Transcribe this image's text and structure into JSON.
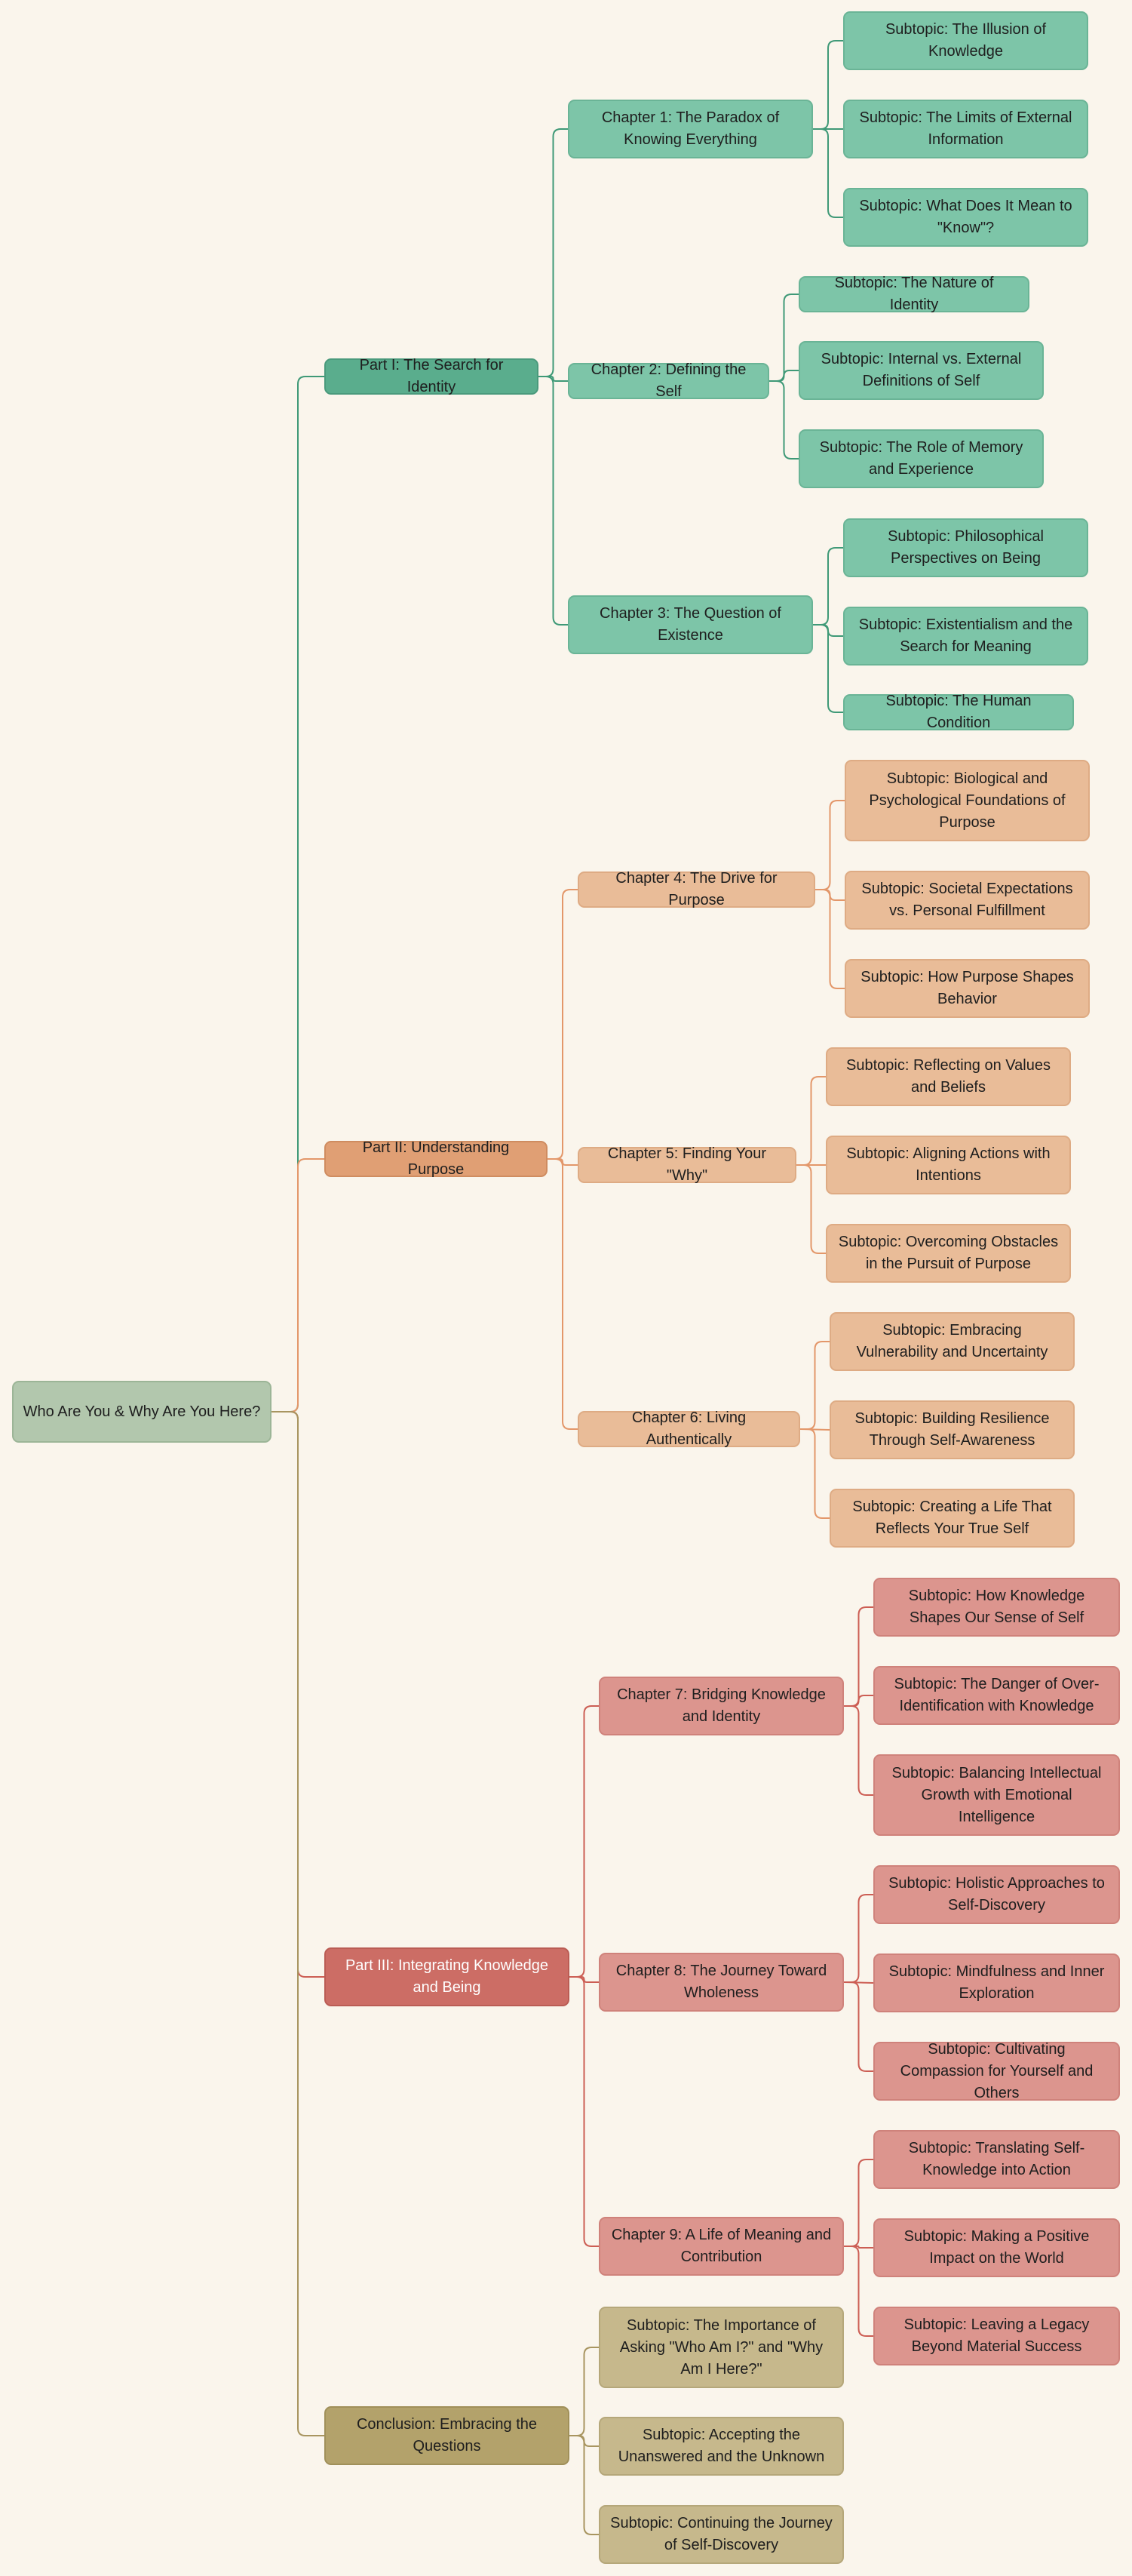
{
  "root": {
    "label": "Who Are You & Why Are You Here?"
  },
  "parts": [
    {
      "label": "Part I: The Search for Identity",
      "color": "#3f9977",
      "chapters": [
        {
          "label": "Chapter 1: The Paradox of Knowing Everything",
          "subtopics": [
            "Subtopic: The Illusion of Knowledge",
            "Subtopic: The Limits of External Information",
            "Subtopic: What Does It Mean to \"Know\"?"
          ]
        },
        {
          "label": "Chapter 2: Defining the Self",
          "subtopics": [
            "Subtopic: The Nature of Identity",
            "Subtopic: Internal vs. External Definitions of Self",
            "Subtopic: The Role of Memory and Experience"
          ]
        },
        {
          "label": "Chapter 3: The Question of Existence",
          "subtopics": [
            "Subtopic: Philosophical Perspectives on Being",
            "Subtopic: Existentialism and the Search for Meaning",
            "Subtopic: The Human Condition"
          ]
        }
      ]
    },
    {
      "label": "Part II: Understanding Purpose",
      "color": "#e3976a",
      "chapters": [
        {
          "label": "Chapter 4: The Drive for Purpose",
          "subtopics": [
            "Subtopic: Biological and Psychological Foundations of Purpose",
            "Subtopic: Societal Expectations vs. Personal Fulfillment",
            "Subtopic: How Purpose Shapes Behavior"
          ]
        },
        {
          "label": "Chapter 5: Finding Your \"Why\"",
          "subtopics": [
            "Subtopic: Reflecting on Values and Beliefs",
            "Subtopic: Aligning Actions with Intentions",
            "Subtopic: Overcoming Obstacles in the Pursuit of Purpose"
          ]
        },
        {
          "label": "Chapter 6: Living Authentically",
          "subtopics": [
            "Subtopic: Embracing Vulnerability and Uncertainty",
            "Subtopic: Building Resilience Through Self-Awareness",
            "Subtopic: Creating a Life That Reflects Your True Self"
          ]
        }
      ]
    },
    {
      "label": "Part III: Integrating Knowledge and Being",
      "color": "#cc5e54",
      "chapters": [
        {
          "label": "Chapter 7: Bridging Knowledge and Identity",
          "subtopics": [
            "Subtopic: How Knowledge Shapes Our Sense of Self",
            "Subtopic: The Danger of Over-Identification with Knowledge",
            "Subtopic: Balancing Intellectual Growth with Emotional Intelligence"
          ]
        },
        {
          "label": "Chapter 8: The Journey Toward Wholeness",
          "subtopics": [
            "Subtopic: Holistic Approaches to Self-Discovery",
            "Subtopic: Mindfulness and Inner Exploration",
            "Subtopic: Cultivating Compassion for Yourself and Others"
          ]
        },
        {
          "label": "Chapter 9: A Life of Meaning and Contribution",
          "subtopics": [
            "Subtopic: Translating Self-Knowledge into Action",
            "Subtopic: Making a Positive Impact on the World",
            "Subtopic: Leaving a Legacy Beyond Material Success"
          ]
        }
      ]
    },
    {
      "label": "Conclusion: Embracing the Questions",
      "color": "#a89560",
      "subtopics": [
        "Subtopic: The Importance of Asking \"Who Am I?\" and \"Why Am I Here?\"",
        "Subtopic: Accepting the Unanswered and the Unknown",
        "Subtopic: Continuing the Journey of Self-Discovery"
      ]
    }
  ]
}
